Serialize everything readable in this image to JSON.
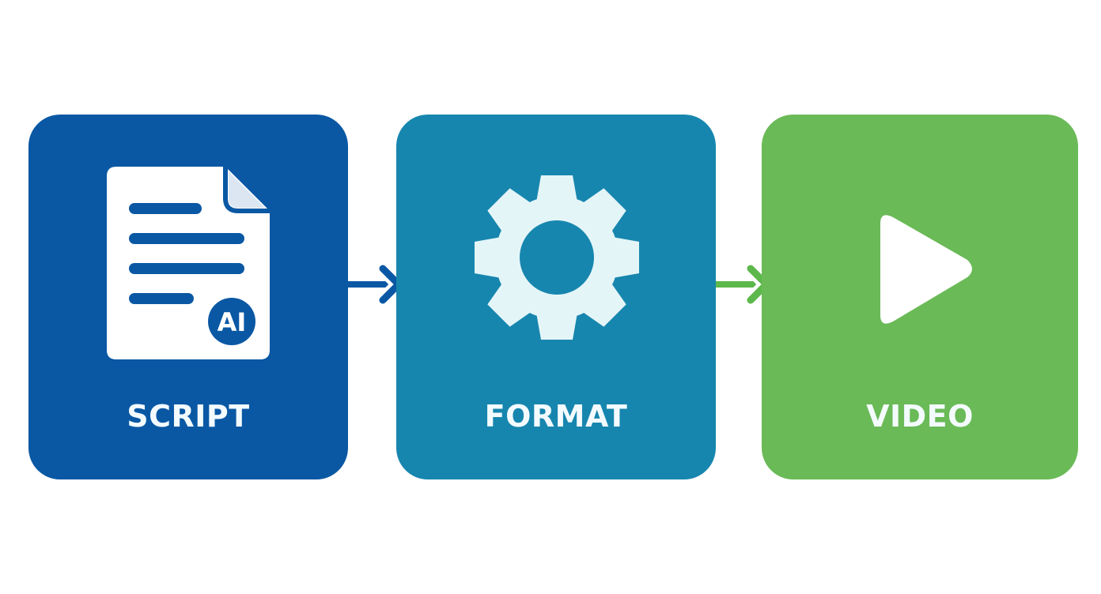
{
  "diagram": {
    "type": "process-flow",
    "steps": [
      {
        "id": "script",
        "label": "SCRIPT",
        "icon": "document-ai-icon",
        "badge": "AI",
        "color": "#0a58a4"
      },
      {
        "id": "format",
        "label": "FORMAT",
        "icon": "gear-icon",
        "color": "#1786ae"
      },
      {
        "id": "video",
        "label": "VIDEO",
        "icon": "play-icon",
        "color": "#6aba57"
      }
    ],
    "connectors": [
      {
        "from": "script",
        "to": "format",
        "icon": "arrow-right-icon",
        "color": "#0a58a4"
      },
      {
        "from": "format",
        "to": "video",
        "icon": "arrow-right-icon",
        "color": "#5cb84a"
      }
    ]
  }
}
